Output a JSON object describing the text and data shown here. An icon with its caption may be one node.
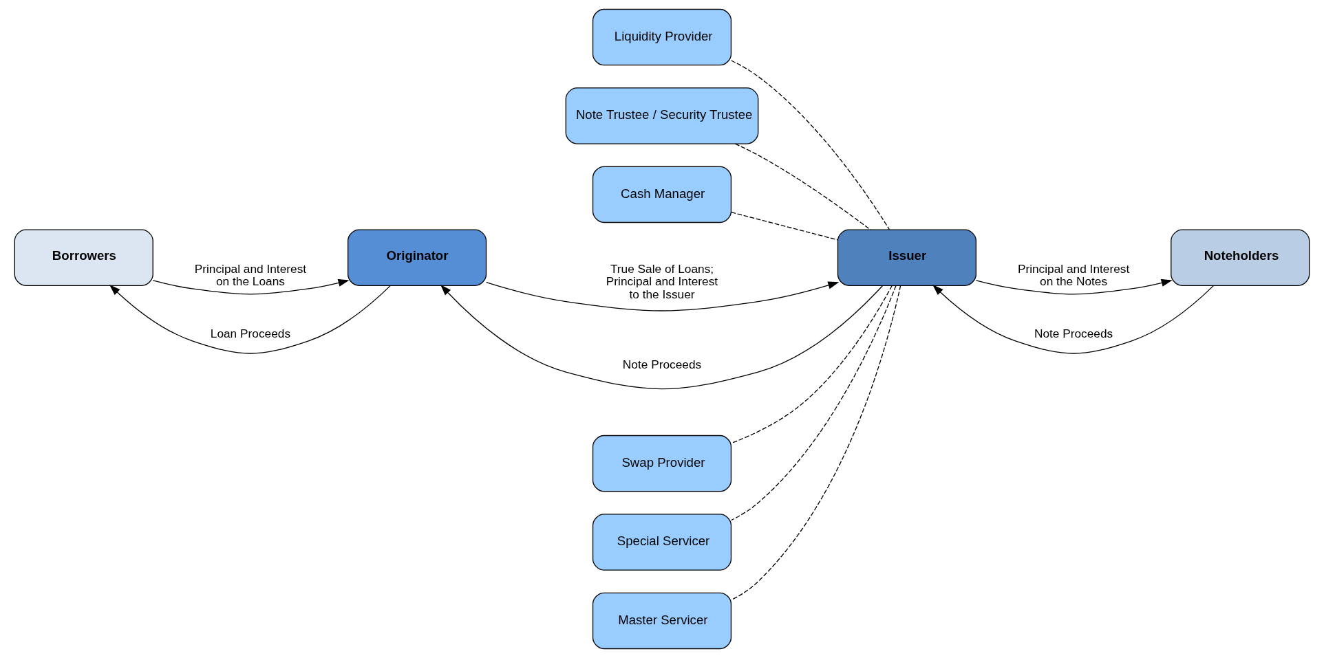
{
  "diagram": {
    "nodes": [
      {
        "text": [
          "Cash Manager"
        ]
      },
      {
        "text": [
          "Liquidity Provider"
        ]
      },
      {
        "text": [
          "Note Trustee / Security Trustee"
        ]
      },
      {
        "text": [
          "Borrowers"
        ]
      },
      {
        "text": [
          "Originator"
        ]
      },
      {
        "text": [
          "Issuer"
        ]
      },
      {
        "text": [
          "Noteholders"
        ]
      },
      {
        "text": [
          "Swap Provider"
        ]
      },
      {
        "text": [
          "Special Servicer"
        ]
      },
      {
        "text": [
          "Master Servicer"
        ]
      }
    ],
    "edges": [
      {
        "from": 4,
        "to": 3,
        "arrow": "to",
        "label": "Loan Proceeds"
      },
      {
        "from": 3,
        "to": 4,
        "arrow": "to",
        "label": "Principal and Interest on the Loans"
      },
      {
        "from": 5,
        "to": 4,
        "arrow": "to",
        "label": "Note Proceeds"
      },
      {
        "from": 4,
        "to": 5,
        "arrow": "to",
        "label": "True Sale of Loans; Principal and Interest to the Issuer"
      },
      {
        "from": 6,
        "to": 5,
        "arrow": "to",
        "label": "Note Proceeds"
      },
      {
        "from": 5,
        "to": 6,
        "arrow": "to",
        "label": "Principal and Interest on the Notes"
      },
      {
        "from": 0,
        "to": 5,
        "arrow": "none",
        "style": "dashed"
      },
      {
        "from": 1,
        "to": 5,
        "arrow": "none",
        "style": "dashed"
      },
      {
        "from": 2,
        "to": 5,
        "arrow": "none",
        "style": "dashed"
      },
      {
        "from": 5,
        "to": 7,
        "arrow": "none",
        "style": "dashed"
      },
      {
        "from": 5,
        "to": 8,
        "arrow": "none",
        "style": "dashed"
      },
      {
        "from": 5,
        "to": 9,
        "arrow": "none",
        "style": "dashed"
      }
    ]
  }
}
